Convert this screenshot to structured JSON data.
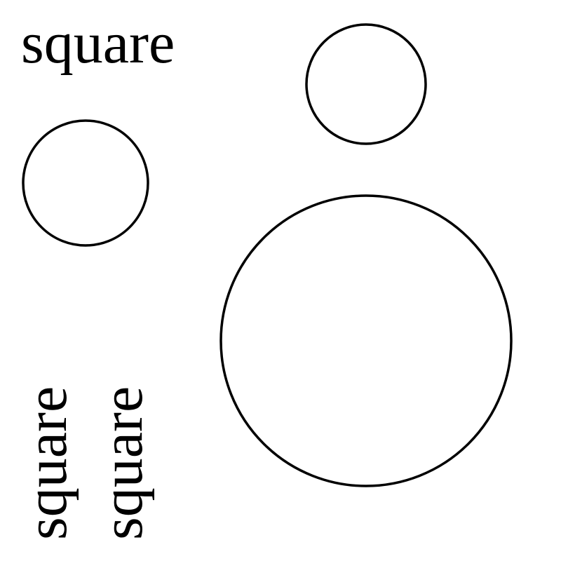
{
  "diagram": {
    "labels": {
      "top_word": "square",
      "vertical_word_1": "square",
      "vertical_word_2": "square"
    },
    "colors": {
      "background": "#ffffff",
      "stroke": "#000000",
      "text": "#000000"
    }
  }
}
